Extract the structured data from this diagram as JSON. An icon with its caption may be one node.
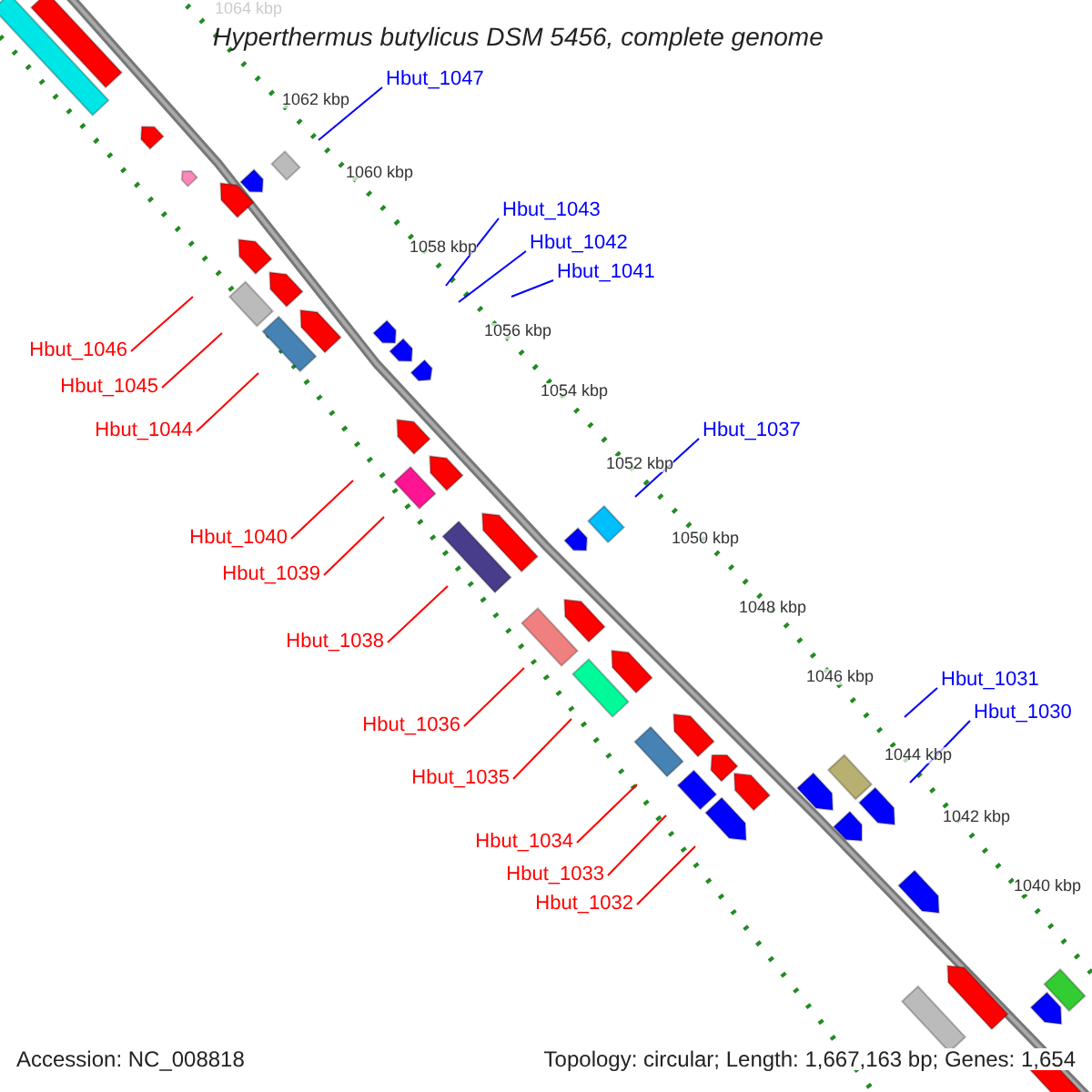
{
  "diagram": {
    "title": "Hyperthermus butylicus DSM 5456, complete genome",
    "nodes": [
      {
        "text": [
          "Hbut_1047"
        ]
      },
      {
        "text": [
          "Hbut_1043"
        ]
      },
      {
        "text": [
          "Hbut_1042"
        ]
      },
      {
        "text": [
          "Hbut_1041"
        ]
      },
      {
        "text": [
          "Hbut_1046"
        ]
      },
      {
        "text": [
          "Hbut_1045"
        ]
      },
      {
        "text": [
          "Hbut_1044"
        ]
      },
      {
        "text": [
          "Hbut_1037"
        ]
      },
      {
        "text": [
          "Hbut_1040"
        ]
      },
      {
        "text": [
          "Hbut_1039"
        ]
      },
      {
        "text": [
          "Hbut_1038"
        ]
      },
      {
        "text": [
          "Hbut_1031"
        ]
      },
      {
        "text": [
          "Hbut_1030"
        ]
      },
      {
        "text": [
          "Hbut_1036"
        ]
      },
      {
        "text": [
          "Hbut_1035"
        ]
      },
      {
        "text": [
          "Hbut_1034"
        ]
      },
      {
        "text": [
          "Hbut_1033"
        ]
      },
      {
        "text": [
          "Hbut_1032"
        ]
      }
    ],
    "edges": [
      {
        "from": 0,
        "to": null,
        "arrow": "none",
        "color": "#0000ff"
      },
      {
        "from": 1,
        "to": null,
        "arrow": "none",
        "color": "#0000ff"
      },
      {
        "from": 2,
        "to": null,
        "arrow": "none",
        "color": "#0000ff"
      },
      {
        "from": 3,
        "to": null,
        "arrow": "none",
        "color": "#0000ff"
      },
      {
        "from": 4,
        "to": null,
        "arrow": "none"
      },
      {
        "from": 5,
        "to": null,
        "arrow": "none"
      },
      {
        "from": 6,
        "to": null,
        "arrow": "none"
      },
      {
        "from": 7,
        "to": null,
        "arrow": "none",
        "color": "#0000ff"
      },
      {
        "from": 8,
        "to": null,
        "arrow": "none"
      },
      {
        "from": 9,
        "to": null,
        "arrow": "none"
      },
      {
        "from": 10,
        "to": null,
        "arrow": "none"
      },
      {
        "from": 11,
        "to": null,
        "arrow": "none",
        "color": "#0000ff"
      },
      {
        "from": 12,
        "to": null,
        "arrow": "none",
        "color": "#0000ff"
      },
      {
        "from": 13,
        "to": null,
        "arrow": "none"
      },
      {
        "from": 14,
        "to": null,
        "arrow": "none"
      },
      {
        "from": 15,
        "to": null,
        "arrow": "none"
      },
      {
        "from": 16,
        "to": null,
        "arrow": "none"
      },
      {
        "from": 17,
        "to": null,
        "arrow": "none"
      }
    ],
    "labels": [
      "1064 kbp",
      "1062 kbp",
      "1060 kbp",
      "1058 kbp",
      "1056 kbp",
      "1054 kbp",
      "1052 kbp",
      "1050 kbp",
      "1048 kbp",
      "1046 kbp",
      "1044 kbp",
      "1042 kbp",
      "1040 kbp",
      "Accession: NC_008818",
      "Topology: circular; Length: 1,667,163 bp; Genes: 1,654"
    ]
  }
}
